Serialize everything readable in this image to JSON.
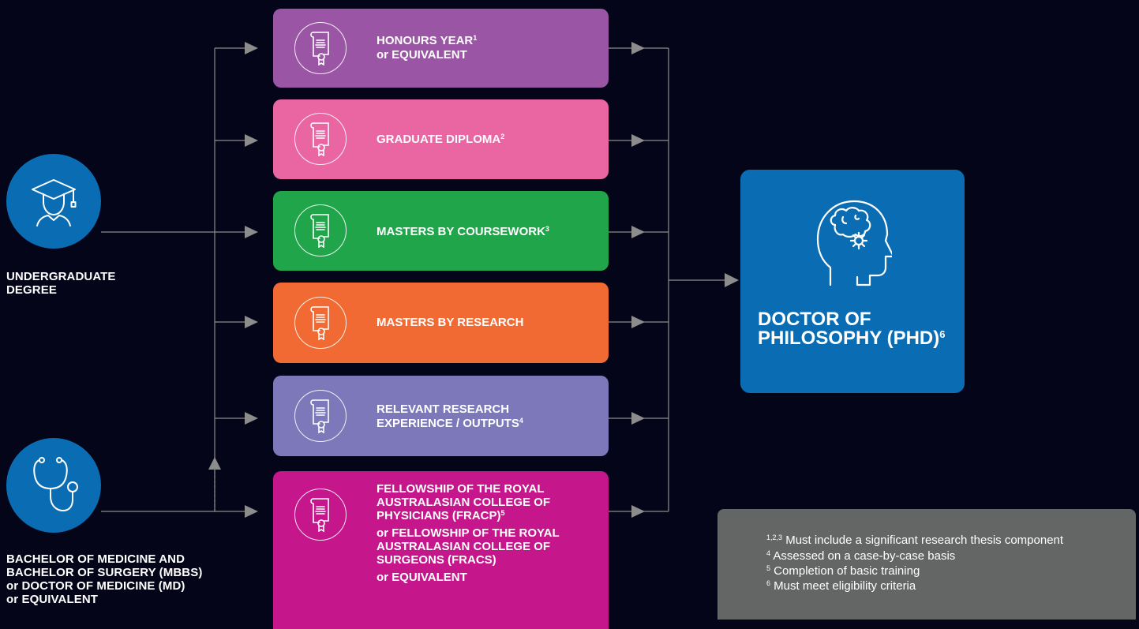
{
  "sources": {
    "undergraduate": {
      "line1": "UNDERGRADUATE",
      "line2": "DEGREE",
      "icon": "graduate-icon"
    },
    "medicine": {
      "line1": "BACHELOR OF MEDICINE AND",
      "line2": "BACHELOR OF SURGERY (MBBS)",
      "line3": "or DOCTOR OF MEDICINE (MD)",
      "line4": "or EQUIVALENT",
      "icon": "stethoscope-icon"
    }
  },
  "pathways": [
    {
      "line1": "HONOURS YEAR",
      "sup": "1",
      "line2": "or EQUIVALENT",
      "color": "#9a55a4",
      "icon": "diploma-icon"
    },
    {
      "line1": "GRADUATE DIPLOMA",
      "sup": "2",
      "color": "#e966a3",
      "icon": "diploma-icon"
    },
    {
      "line1": "MASTERS BY COURSEWORK",
      "sup": "3",
      "color": "#21a54a",
      "icon": "diploma-icon"
    },
    {
      "line1": "MASTERS BY RESEARCH",
      "color": "#f26a33",
      "icon": "diploma-icon"
    },
    {
      "line1": "RELEVANT RESEARCH",
      "line2": "EXPERIENCE / OUTPUTS",
      "sup": "4",
      "color": "#7c78b9",
      "icon": "diploma-icon"
    },
    {
      "color": "#c5168c",
      "icon": "diploma-icon",
      "a1": "FELLOWSHIP OF THE ROYAL",
      "a2": "AUSTRALASIAN COLLEGE OF",
      "a3": "PHYSICIANS (FRACP)",
      "asup": "5",
      "b1": "or FELLOWSHIP OF THE ROYAL",
      "b2": "AUSTRALASIAN COLLEGE OF",
      "b3": "SURGEONS (FRACS)",
      "c1": "or EQUIVALENT"
    }
  ],
  "outcome": {
    "line1": "DOCTOR OF",
    "line2": "PHILOSOPHY (PHD)",
    "sup": "6",
    "color": "#0a6db3",
    "icon": "brain-gear-head-icon"
  },
  "notes": [
    {
      "sup": "1,2,3",
      "text": " Must include a significant research thesis component"
    },
    {
      "sup": "4",
      "text": " Assessed on a case-by-case basis"
    },
    {
      "sup": "5",
      "text": " Completion of basic training"
    },
    {
      "sup": "6",
      "text": " Must meet eligibility criteria"
    }
  ],
  "colors": {
    "background": "#05051a",
    "connector": "#8c8c8c",
    "notes_bg": "#646565"
  }
}
